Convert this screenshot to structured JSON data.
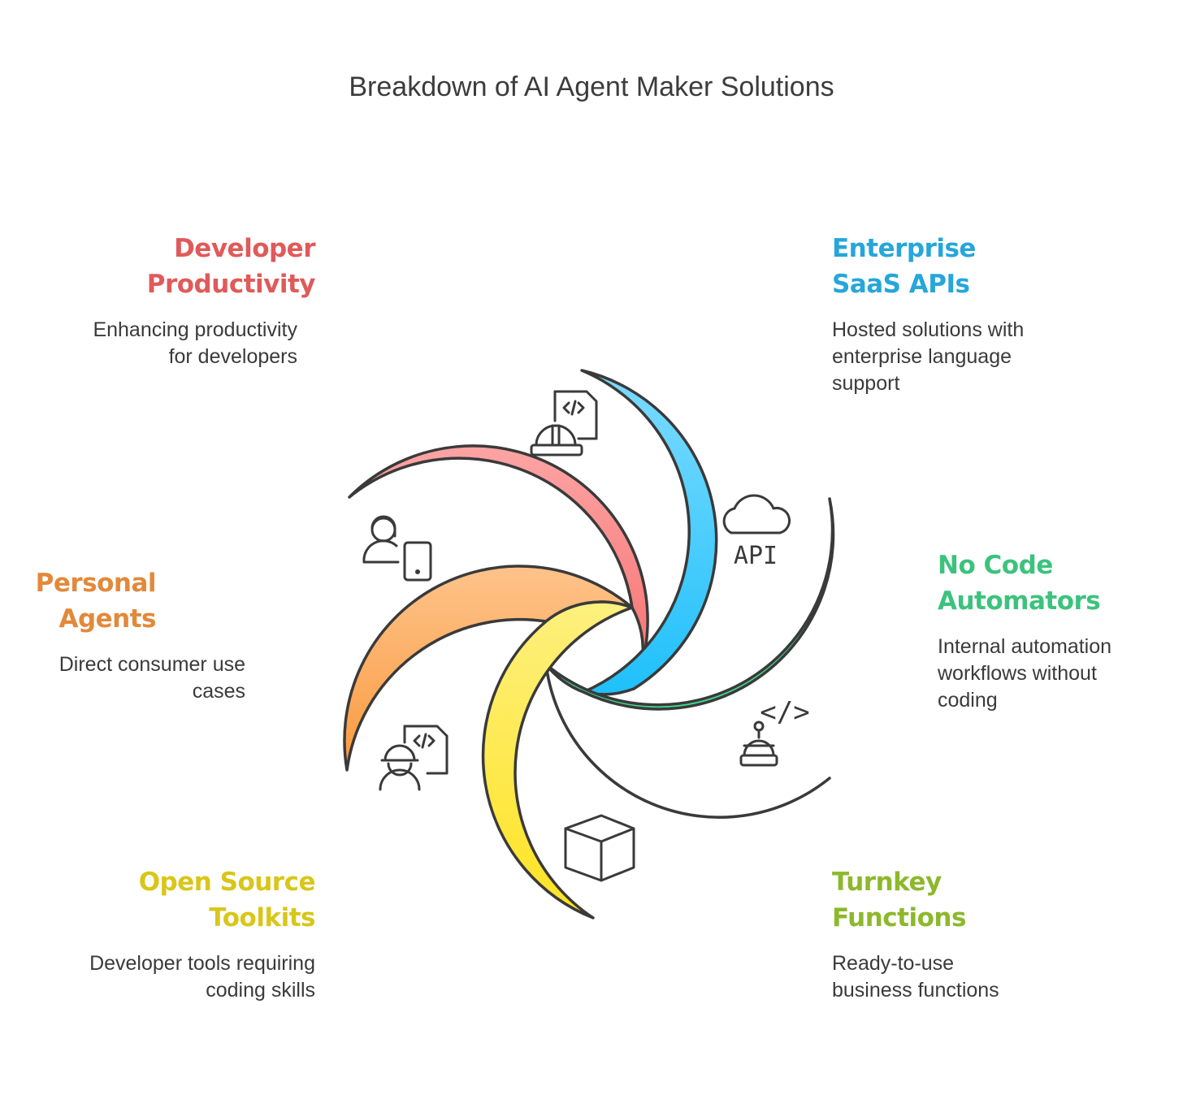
{
  "title": "Breakdown of AI Agent Maker Solutions",
  "segments": [
    {
      "id": "developer-productivity",
      "title": "Developer Productivity",
      "description": "Enhancing productivity for developers",
      "color": "#E05A5A",
      "fill_top": "#FCA4A4",
      "fill_bottom": "#F86E6E",
      "icon": "developer-helmet-code-icon"
    },
    {
      "id": "enterprise-saas-apis",
      "title": "Enterprise SaaS APIs",
      "description": "Hosted solutions with enterprise language support",
      "color": "#26A6DA",
      "fill_top": "#7DDBFF",
      "fill_bottom": "#1FC0FB",
      "icon": "cloud-api-icon"
    },
    {
      "id": "no-code-automators",
      "title": "No Code Automators",
      "description": "Internal automation workflows without coding",
      "color": "#3DC27E",
      "fill_top": "#7EF5BC",
      "fill_bottom": "#3DDC90",
      "icon": "robot-code-icon",
      "icon_text": "</>"
    },
    {
      "id": "turnkey-functions",
      "title": "Turnkey Functions",
      "description": "Ready-to-use business functions",
      "color": "#8DB82C",
      "fill_top": "#CCF56E",
      "fill_bottom": "#A7DE3A",
      "icon": "box-icon"
    },
    {
      "id": "open-source-toolkits",
      "title": "Open Source Toolkits",
      "description": "Developer tools requiring coding skills",
      "color": "#D8C61A",
      "fill_top": "#FDF07E",
      "fill_bottom": "#FFE322",
      "icon": "engineer-code-icon"
    },
    {
      "id": "personal-agents",
      "title": "Personal Agents",
      "description": "Direct consumer use cases",
      "color": "#E2893A",
      "fill_top": "#FEC38A",
      "fill_bottom": "#FA9A3E",
      "icon": "user-tablet-icon"
    }
  ],
  "icon_labels": {
    "api": "API",
    "code": "</>"
  }
}
